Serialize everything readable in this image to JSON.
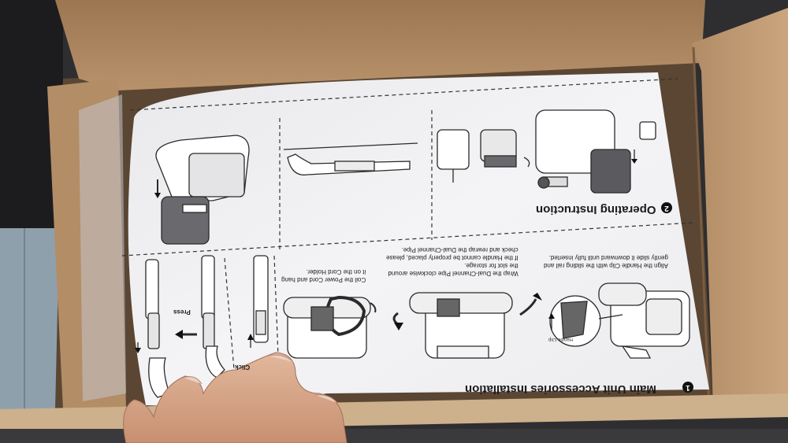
{
  "manual": {
    "section1": {
      "number": "1",
      "title": "Main Unit Accessories Installation",
      "step_align": [
        "Align the Handle Clip with the sliding rail and",
        "gently slide it downward until fully inserted."
      ],
      "step_wrap": [
        "Wrap the Dual-Channel Pipe clockwise around",
        "the slot for storage.",
        "If the Handle cannot be properly placed, please",
        "check and rewrap the Dual-Channel Pipe."
      ],
      "step_coil": [
        "Coil the Power Cord and hang",
        "it on the Cord Holder."
      ],
      "handle_clip_label": "Handle Clip",
      "press_label": "Press",
      "click_label": "Click"
    },
    "section2": {
      "number": "2",
      "title": "Operating Instruction"
    }
  },
  "colors": {
    "cardboard": "#b08a62",
    "paper": "#f2f2f4"
  }
}
